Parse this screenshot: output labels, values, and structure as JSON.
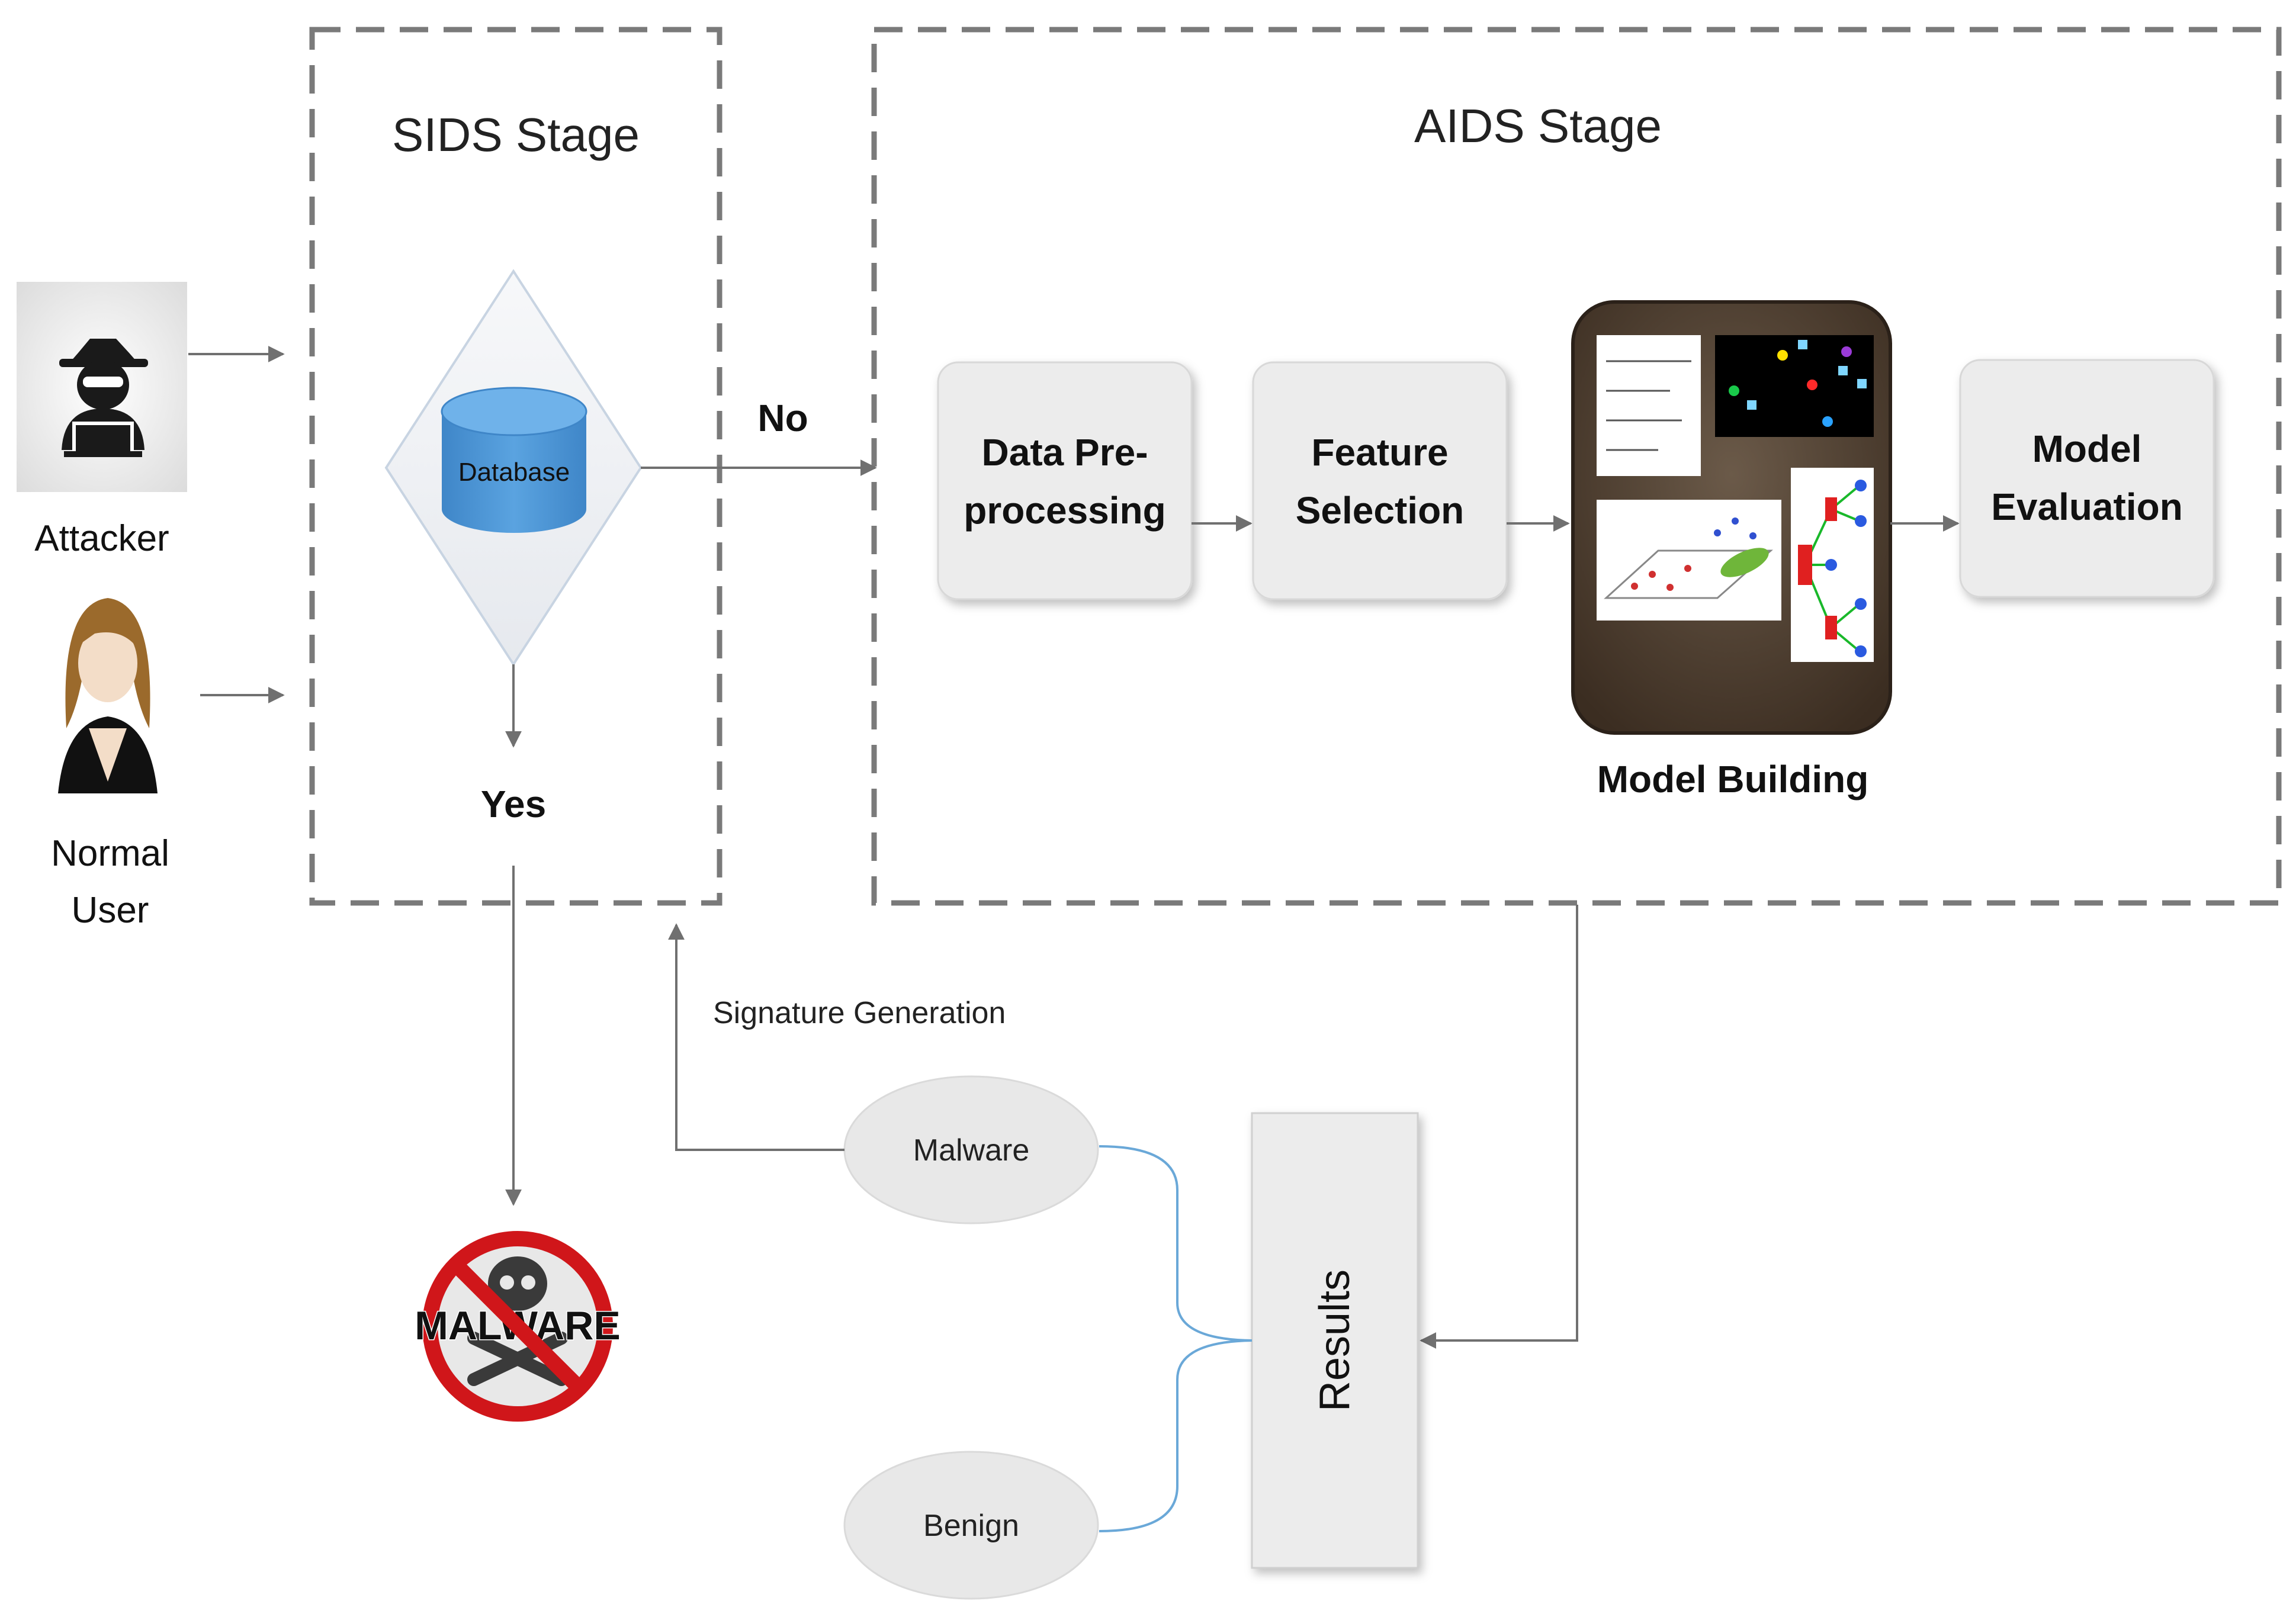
{
  "stages": {
    "sids_title": "SIDS Stage",
    "aids_title": "AIDS Stage"
  },
  "actors": {
    "attacker": "Attacker",
    "normal_user_line1": "Normal",
    "normal_user_line2": "User"
  },
  "decision": {
    "database_label": "Database",
    "no_label": "No",
    "yes_label": "Yes"
  },
  "pipeline": {
    "preprocessing_line1": "Data Pre-",
    "preprocessing_line2": "processing",
    "feature_line1": "Feature",
    "feature_line2": "Selection",
    "model_building": "Model Building",
    "evaluation_line1": "Model",
    "evaluation_line2": "Evaluation"
  },
  "outputs": {
    "signature_generation": "Signature Generation",
    "malware": "Malware",
    "benign": "Benign",
    "results": "Results",
    "malware_sign": "MALWARE"
  },
  "icons": {
    "attacker": "hooded-hacker-icon",
    "user": "woman-user-icon",
    "database": "database-cylinder-icon",
    "model_board": "model-building-board-icon",
    "malware_sign": "no-malware-sign-icon"
  },
  "colors": {
    "stage_border": "#7a7a7a",
    "box_fill": "#ececec",
    "database_blue": "#4a90d0",
    "board_brown": "#4a3a2c",
    "forbid_red": "#d0161a",
    "connector_blue": "#6aa8d8"
  }
}
